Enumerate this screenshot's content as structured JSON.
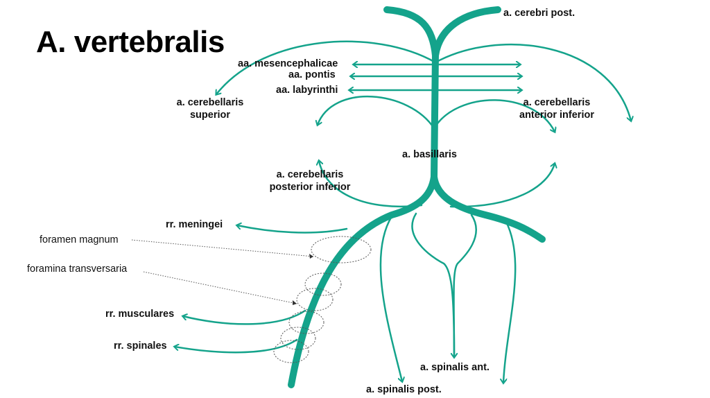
{
  "title": "A. vertebralis",
  "colors": {
    "vessel": "#14a38b",
    "text": "#111111",
    "dotted": "#555555"
  },
  "labels": {
    "cerebri_post": "a. cerebri post.",
    "mesencephalicae": "aa. mesencephalicae",
    "pontis": "aa. pontis",
    "labyrinthi": "aa. labyrinthi",
    "cerebellaris_superior_1": "a. cerebellaris",
    "cerebellaris_superior_2": "superior",
    "cerebellaris_ant_inf_1": "a. cerebellaris",
    "cerebellaris_ant_inf_2": "anterior inferior",
    "basillaris": "a. basillaris",
    "cerebellaris_post_inf_1": "a. cerebellaris",
    "cerebellaris_post_inf_2": "posterior inferior",
    "meningei": "rr. meningei",
    "foramen_magnum": "foramen magnum",
    "foramina_transversaria": "foramina transversaria",
    "musculares": "rr. musculares",
    "spinales": "rr. spinales",
    "spinalis_ant": "a. spinalis ant.",
    "spinalis_post": "a. spinalis post."
  }
}
